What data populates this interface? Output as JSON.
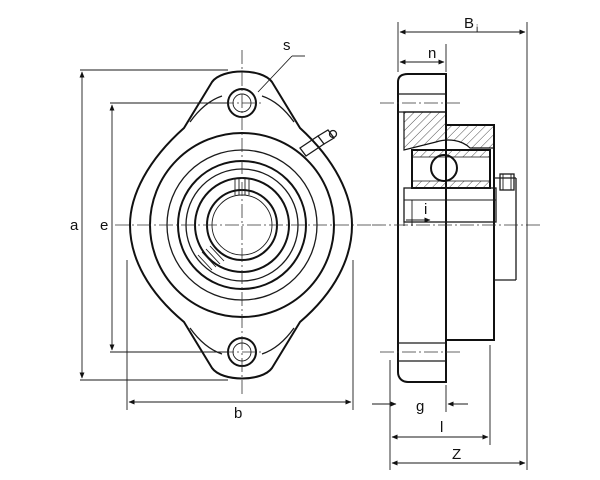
{
  "diagram": {
    "labels": {
      "s": "s",
      "n": "n",
      "B": "B",
      "B_sub": "i",
      "a": "a",
      "e": "e",
      "i": "i",
      "b": "b",
      "g": "g",
      "l": "l",
      "Z": "Z"
    }
  }
}
